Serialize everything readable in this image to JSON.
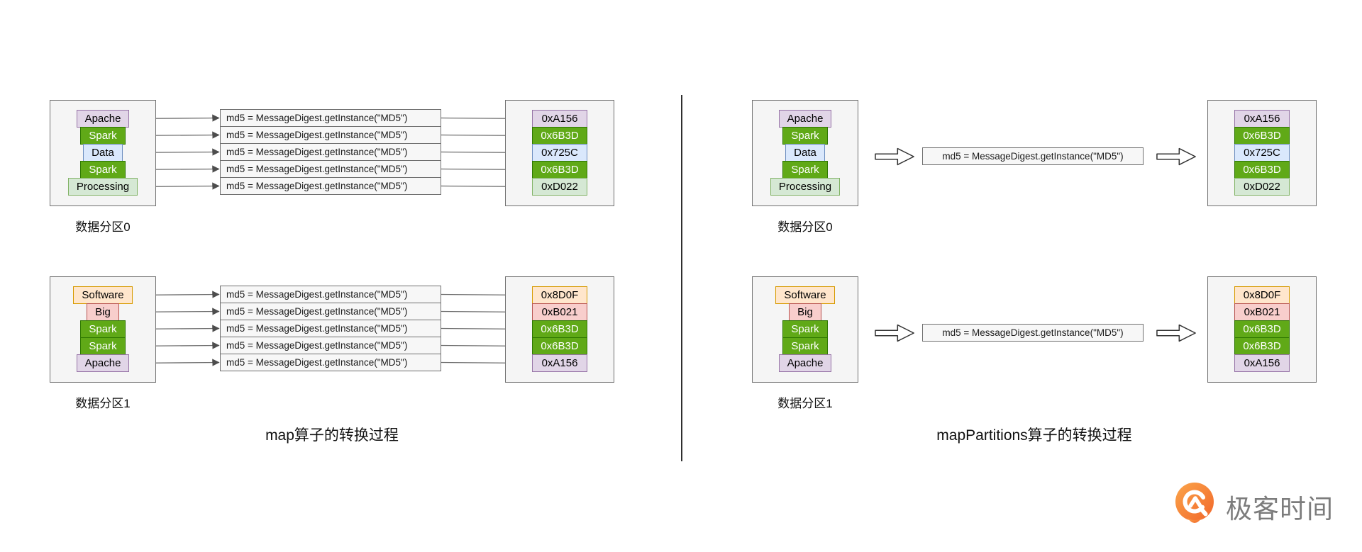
{
  "palette": {
    "purple": {
      "fill": "#E1D5E7",
      "stroke": "#9673A6",
      "text": "#000000"
    },
    "green": {
      "fill": "#60A917",
      "stroke": "#2D7600",
      "text": "#ffffff"
    },
    "blue": {
      "fill": "#DAE8FC",
      "stroke": "#6C8EBF",
      "text": "#000000"
    },
    "lightgreen": {
      "fill": "#D5E8D4",
      "stroke": "#82B366",
      "text": "#000000"
    },
    "orange": {
      "fill": "#FFE6CC",
      "stroke": "#D79B00",
      "text": "#000000"
    },
    "red": {
      "fill": "#F8CECC",
      "stroke": "#B85450",
      "text": "#000000"
    }
  },
  "left_panel": {
    "title": "map算子的转换过程",
    "partitions": [
      {
        "label": "数据分区0",
        "items": [
          {
            "text": "Apache",
            "style": "purple"
          },
          {
            "text": "Spark",
            "style": "green"
          },
          {
            "text": "Data",
            "style": "blue"
          },
          {
            "text": "Spark",
            "style": "green"
          },
          {
            "text": "Processing",
            "style": "lightgreen"
          }
        ],
        "md5_rows": [
          "md5 = MessageDigest.getInstance(\"MD5\")",
          "md5 = MessageDigest.getInstance(\"MD5\")",
          "md5 = MessageDigest.getInstance(\"MD5\")",
          "md5 = MessageDigest.getInstance(\"MD5\")",
          "md5 = MessageDigest.getInstance(\"MD5\")"
        ],
        "outputs": [
          {
            "text": "0xA156",
            "style": "purple"
          },
          {
            "text": "0x6B3D",
            "style": "green"
          },
          {
            "text": "0x725C",
            "style": "blue"
          },
          {
            "text": "0x6B3D",
            "style": "green"
          },
          {
            "text": "0xD022",
            "style": "lightgreen"
          }
        ]
      },
      {
        "label": "数据分区1",
        "items": [
          {
            "text": "Software",
            "style": "orange"
          },
          {
            "text": "Big",
            "style": "red"
          },
          {
            "text": "Spark",
            "style": "green"
          },
          {
            "text": "Spark",
            "style": "green"
          },
          {
            "text": "Apache",
            "style": "purple"
          }
        ],
        "md5_rows": [
          "md5 = MessageDigest.getInstance(\"MD5\")",
          "md5 = MessageDigest.getInstance(\"MD5\")",
          "md5 = MessageDigest.getInstance(\"MD5\")",
          "md5 = MessageDigest.getInstance(\"MD5\")",
          "md5 = MessageDigest.getInstance(\"MD5\")"
        ],
        "outputs": [
          {
            "text": "0x8D0F",
            "style": "orange"
          },
          {
            "text": "0xB021",
            "style": "red"
          },
          {
            "text": "0x6B3D",
            "style": "green"
          },
          {
            "text": "0x6B3D",
            "style": "green"
          },
          {
            "text": "0xA156",
            "style": "purple"
          }
        ]
      }
    ]
  },
  "right_panel": {
    "title": "mapPartitions算子的转换过程",
    "partitions": [
      {
        "label": "数据分区0",
        "items": [
          {
            "text": "Apache",
            "style": "purple"
          },
          {
            "text": "Spark",
            "style": "green"
          },
          {
            "text": "Data",
            "style": "blue"
          },
          {
            "text": "Spark",
            "style": "green"
          },
          {
            "text": "Processing",
            "style": "lightgreen"
          }
        ],
        "md5_text": "md5 = MessageDigest.getInstance(\"MD5\")",
        "outputs": [
          {
            "text": "0xA156",
            "style": "purple"
          },
          {
            "text": "0x6B3D",
            "style": "green"
          },
          {
            "text": "0x725C",
            "style": "blue"
          },
          {
            "text": "0x6B3D",
            "style": "green"
          },
          {
            "text": "0xD022",
            "style": "lightgreen"
          }
        ]
      },
      {
        "label": "数据分区1",
        "items": [
          {
            "text": "Software",
            "style": "orange"
          },
          {
            "text": "Big",
            "style": "red"
          },
          {
            "text": "Spark",
            "style": "green"
          },
          {
            "text": "Spark",
            "style": "green"
          },
          {
            "text": "Apache",
            "style": "purple"
          }
        ],
        "md5_text": "md5 = MessageDigest.getInstance(\"MD5\")",
        "outputs": [
          {
            "text": "0x8D0F",
            "style": "orange"
          },
          {
            "text": "0xB021",
            "style": "red"
          },
          {
            "text": "0x6B3D",
            "style": "green"
          },
          {
            "text": "0x6B3D",
            "style": "green"
          },
          {
            "text": "0xA156",
            "style": "purple"
          }
        ]
      }
    ]
  },
  "logo": {
    "text": "极客时间"
  }
}
